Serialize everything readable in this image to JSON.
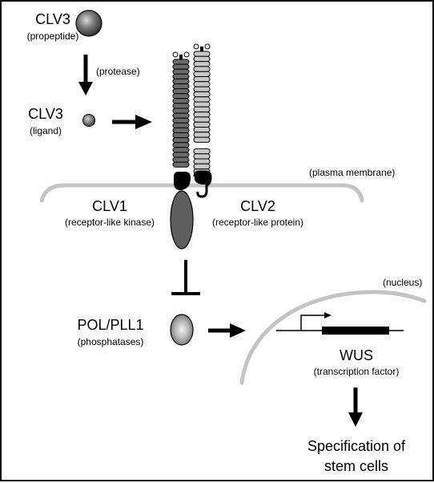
{
  "clv3_propeptide": {
    "name": "CLV3",
    "sub": "(propeptide)"
  },
  "protease_label": "(protease)",
  "clv3_ligand": {
    "name": "CLV3",
    "sub": "(ligand)"
  },
  "membrane_label": "(plasma membrane)",
  "clv1": {
    "name": "CLV1",
    "sub": "(receptor-like kinase)"
  },
  "clv2": {
    "name": "CLV2",
    "sub": "(receptor-like protein)"
  },
  "pol": {
    "name": "POL/PLL1",
    "sub": "(phosphatases)"
  },
  "nucleus_label": "(nucleus)",
  "wus": {
    "name": "WUS",
    "sub": "(transcription factor)"
  },
  "outcome": {
    "line1": "Specification of",
    "line2": "stem cells"
  },
  "colors": {
    "membrane": "#c4c4c4",
    "clv1_stack": "#6b6b6b",
    "clv2_stack": "#c8c8c8",
    "kinase": "#5e5e5e"
  }
}
